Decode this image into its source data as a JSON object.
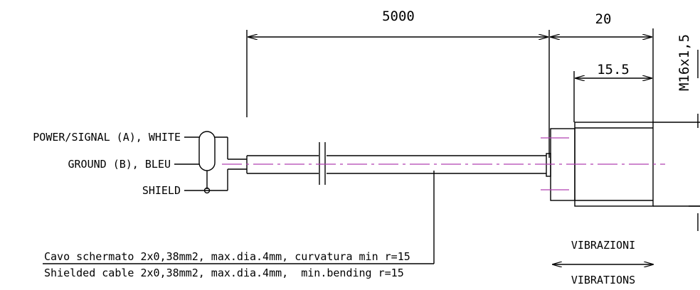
{
  "dimensions": {
    "cable_length": "5000",
    "sensor_length": "20",
    "thread_length": "15.5",
    "thread_spec": "M16x1,5"
  },
  "wires": {
    "power_signal": "POWER/SIGNAL (A), WHITE",
    "ground": "GROUND (B), BLEU",
    "shield": "SHIELD"
  },
  "cable_note": {
    "italian": "Cavo schermato 2x0,38mm2, max.dia.4mm, curvatura min r=15",
    "english": "Shielded cable 2x0,38mm2, max.dia.4mm,  min.bending r=15"
  },
  "vibration": {
    "italian": "VIBRAZIONI",
    "english": "VIBRATIONS"
  },
  "colors": {
    "line": "#000000",
    "centerline": "#b040b0"
  }
}
